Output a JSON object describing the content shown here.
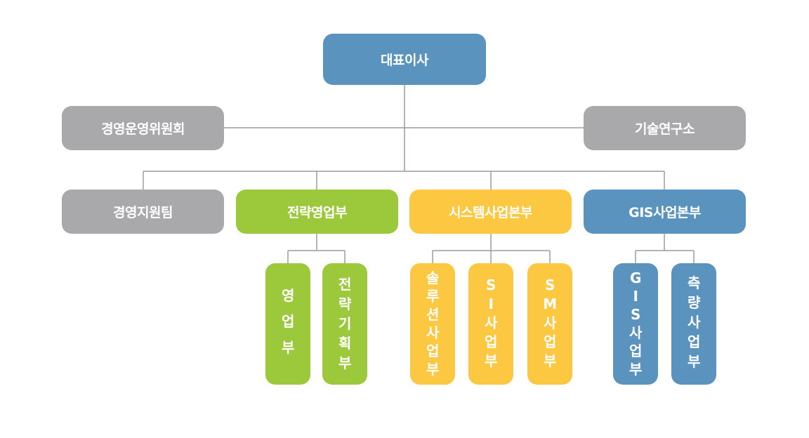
{
  "colors": {
    "ceo": "#5b93bf",
    "staff": "#a9a9ab",
    "strategy": "#9cc83c",
    "system": "#fdc841",
    "gis": "#5b93bf",
    "line": "#9c9c9c"
  },
  "nodes": {
    "ceo": "대표이사",
    "management_committee": "경영운영위원회",
    "tech_lab": "기술연구소",
    "mgmt_support_team": "경영지원팀",
    "strategic_sales_dept": "전략영업부",
    "system_division": "시스템사업본부",
    "gis_division": "GIS사업본부"
  },
  "subnodes": {
    "sales": [
      "영",
      "업",
      "부"
    ],
    "strategic_planning": [
      "전",
      "략",
      "기",
      "획",
      "부"
    ],
    "solution": [
      "솔",
      "루",
      "션",
      "사",
      "업",
      "부"
    ],
    "si": [
      "S",
      "I",
      "사",
      "업",
      "부"
    ],
    "sm": [
      "S",
      "M",
      "사",
      "업",
      "부"
    ],
    "gis": [
      "G",
      "I",
      "S",
      "사",
      "업",
      "부"
    ],
    "survey": [
      "측",
      "량",
      "사",
      "업",
      "부"
    ]
  }
}
